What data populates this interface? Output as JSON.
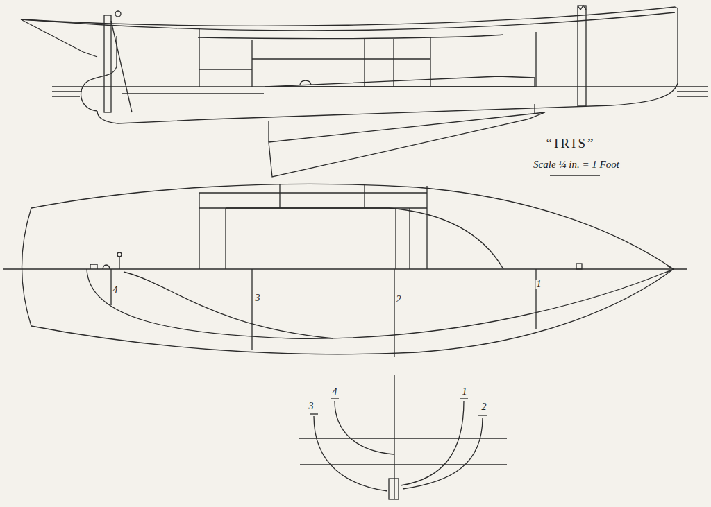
{
  "diagram": {
    "title": "“IRIS”",
    "caption": "Scale ¼ in. = 1 Foot",
    "labels": [
      "4",
      "3",
      "2",
      "1",
      "3",
      "4",
      "1",
      "2"
    ]
  }
}
